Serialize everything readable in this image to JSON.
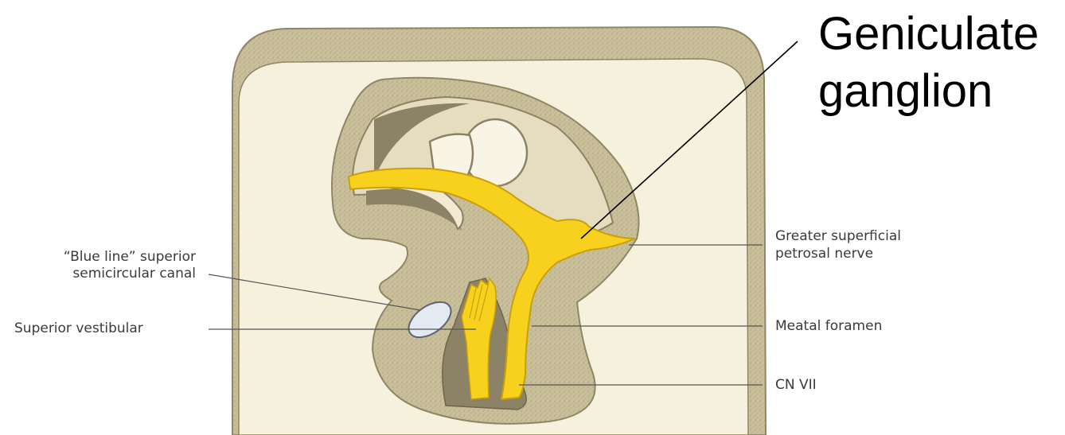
{
  "callout": {
    "line1": "Geniculate",
    "line2": "ganglion"
  },
  "labels": {
    "blue_line_1": "“Blue line” superior",
    "blue_line_2": "semicircular canal",
    "superior_vestibular": "Superior vestibular",
    "gspn_1": "Greater superficial",
    "gspn_2": "petrosal nerve",
    "meatal_foramen": "Meatal foramen",
    "cn_vii": "CN VII"
  },
  "colors": {
    "bone_outer": "#c9bf9a",
    "bone_cream": "#f6f1dd",
    "cavity_tan": "#e6dcc0",
    "dark_fill": "#8c8266",
    "nerve_yellow": "#f7d11e",
    "nerve_outline": "#caa00a",
    "canal_blue": "#e3eaf4",
    "leader_line": "#555555"
  }
}
